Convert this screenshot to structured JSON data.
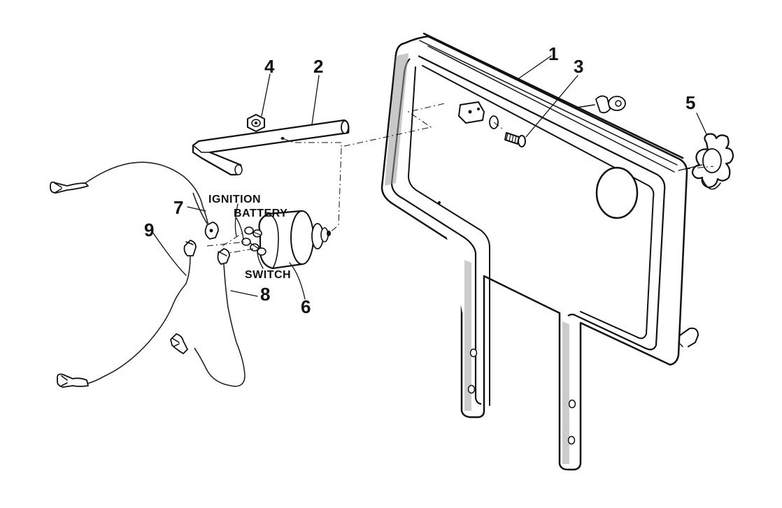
{
  "diagram": {
    "callouts": [
      {
        "id": "1",
        "text": "1",
        "part": "bracket-panel"
      },
      {
        "id": "2",
        "text": "2",
        "part": "support-bar"
      },
      {
        "id": "3",
        "text": "3",
        "part": "bolt"
      },
      {
        "id": "4",
        "text": "4",
        "part": "nut"
      },
      {
        "id": "5",
        "text": "5",
        "part": "cap"
      },
      {
        "id": "6",
        "text": "6",
        "part": "ignition-switch"
      },
      {
        "id": "7",
        "text": "7",
        "part": "lead-wire-ignition"
      },
      {
        "id": "8",
        "text": "8",
        "part": "lead-wire-switch"
      },
      {
        "id": "9",
        "text": "9",
        "part": "lead-wire-battery"
      }
    ],
    "terminal_labels": {
      "ignition": "IGNITION",
      "battery": "BATTERY",
      "switch": "SWITCH"
    }
  }
}
